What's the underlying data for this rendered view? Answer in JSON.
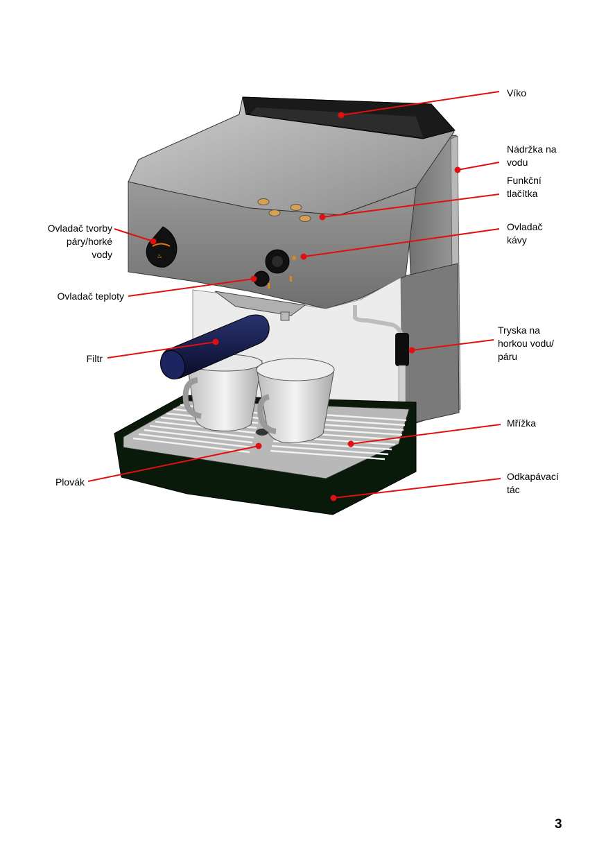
{
  "page_number": "3",
  "labels": {
    "viko": "Víko",
    "nadrzka_l1": "Nádržka na",
    "nadrzka_l2": "vodu",
    "funkcni_l1": "Funkční",
    "funkcni_l2": "tlačítka",
    "ovladac_kavy_l1": "Ovladač",
    "ovladac_kavy_l2": "kávy",
    "tryska_l1": "Tryska na",
    "tryska_l2": "horkou vodu/",
    "tryska_l3": "páru",
    "mrizka": "Mřížka",
    "odkapavaci_l1": "Odkapávací",
    "odkapavaci_l2": "tác",
    "ovladac_pary_l1": "Ovladač tvorby",
    "ovladac_pary_l2": "páry/horké",
    "ovladac_pary_l3": "vody",
    "ovladac_teploty": "Ovladač teploty",
    "filtr": "Filtr",
    "plovak": "Plovák"
  },
  "colors": {
    "leader": "#e01010",
    "body_gray": "#8c8c8c",
    "dark_base": "#0a1a0a",
    "handle": "#10163a",
    "panel": "#e8e8e8"
  }
}
